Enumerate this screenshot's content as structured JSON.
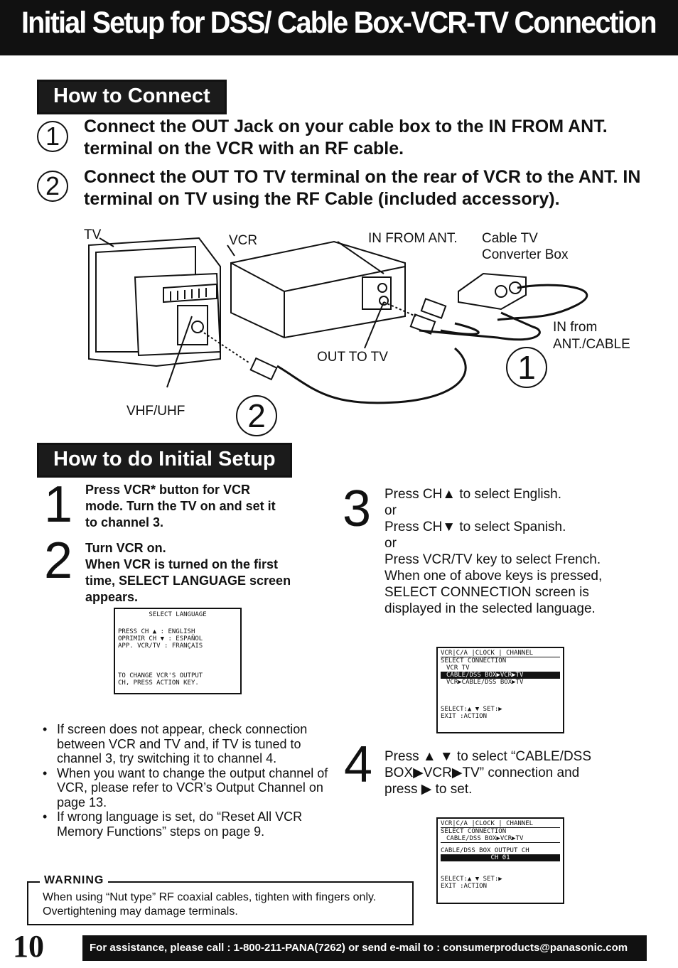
{
  "header": {
    "title": "Initial Setup for DSS/ Cable Box-VCR-TV Connection"
  },
  "connect": {
    "tab": "How to Connect",
    "step1": {
      "num": "1",
      "text": "Connect  the OUT Jack on your cable box to the IN FROM ANT. terminal on the VCR with an RF cable."
    },
    "step2": {
      "num": "2",
      "text": "Connect the OUT TO TV terminal on the rear of VCR to the ANT. IN terminal on TV using the RF Cable (included accessory)."
    }
  },
  "diagram": {
    "tv": "TV",
    "vcr": "VCR",
    "in_from_ant": "IN FROM ANT.",
    "cable_tv_1": "Cable TV",
    "cable_tv_2": "Converter Box",
    "in_from_1": "IN from",
    "in_from_2": "ANT./CABLE",
    "out_to_tv": "OUT TO TV",
    "vhf_uhf": "VHF/UHF",
    "callout1": "1",
    "callout2": "2"
  },
  "setup": {
    "tab": "How to do Initial Setup",
    "step1": {
      "num": "1",
      "line1": "Press VCR* button for VCR",
      "line2": "mode. Turn the TV on and set it",
      "line3": "to channel 3."
    },
    "step2": {
      "num": "2",
      "line1": "Turn VCR on.",
      "line2": "When VCR is turned on the first",
      "line3": "time, SELECT LANGUAGE screen",
      "line4": "appears."
    },
    "step3": {
      "num": "3",
      "line1": "Press CH▲ to select English.",
      "line2": "or",
      "line3": "Press CH▼ to select Spanish.",
      "line4": "or",
      "line5": "Press VCR/TV key to select French.",
      "line6": "When one of above keys is pressed,",
      "line7": "SELECT CONNECTION screen is",
      "line8": "displayed in the selected language."
    },
    "step4": {
      "num": "4",
      "line1": "Press ▲ ▼ to select “CABLE/DSS",
      "line2": "BOX▶VCR▶TV” connection and",
      "line3": "press ▶ to set."
    }
  },
  "osd_language": {
    "title": "SELECT  LANGUAGE",
    "row1": "PRESS   CH ▲ : ENGLISH",
    "row2": "OPRIMIR CH ▼ : ESPAÑOL",
    "row3": "APP.  VCR/TV : FRANÇAIS",
    "foot1": "TO CHANGE VCR'S OUTPUT",
    "foot2": "CH, PRESS ACTION KEY."
  },
  "osd_connection": {
    "tabs": "VCR|C/A |CLOCK | CHANNEL",
    "title": "SELECT CONNECTION",
    "opt1": "VCR  TV",
    "opt2": "CABLE/DSS BOX▶VCR▶TV",
    "opt3": "VCR▶CABLE/DSS BOX▶TV",
    "foot1": "SELECT:▲ ▼      SET:▶",
    "foot2": "EXIT   :ACTION"
  },
  "osd_output": {
    "tabs": "VCR|C/A |CLOCK | CHANNEL",
    "title": "SELECT CONNECTION",
    "opt1": "CABLE/DSS BOX▶VCR▶TV",
    "label": "CABLE/DSS BOX OUTPUT CH",
    "value": "CH 01",
    "foot1": "SELECT:▲ ▼      SET:▶",
    "foot2": "EXIT   :ACTION"
  },
  "notes": {
    "b1": "If screen does not appear, check connection between VCR and TV and, if TV is tuned to channel 3, try switching it to channel 4.",
    "b2": "When you want to change the output channel of VCR, please refer to VCR’s Output Channel on page 13.",
    "b3": "If wrong language is set, do “Reset All VCR Memory Functions” steps on page 9."
  },
  "warning": {
    "label": "WARNING",
    "text": "When using “Nut type” RF coaxial cables, tighten with fingers only. Overtightening may damage terminals."
  },
  "footer": {
    "page": "10",
    "text": "For assistance, please call : 1-800-211-PANA(7262) or send e-mail to : consumerproducts@panasonic.com"
  }
}
